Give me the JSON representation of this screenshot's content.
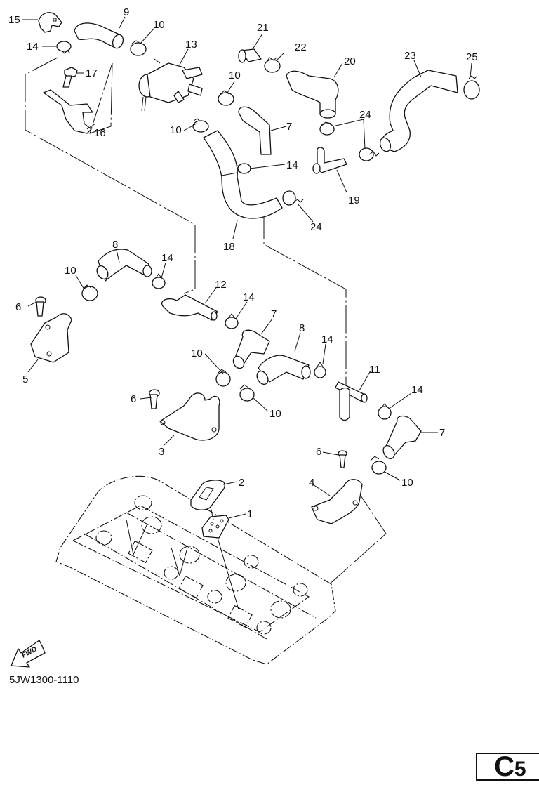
{
  "diagram": {
    "title_code": "5JW1300-1110",
    "page_code_letter": "C",
    "page_code_number": "5",
    "fwd_label": "FWD",
    "callouts": [
      {
        "id": "c15a",
        "label": "15"
      },
      {
        "id": "c9",
        "label": "9"
      },
      {
        "id": "c10a",
        "label": "10"
      },
      {
        "id": "c14a",
        "label": "14"
      },
      {
        "id": "c13",
        "label": "13"
      },
      {
        "id": "c17",
        "label": "17"
      },
      {
        "id": "c16",
        "label": "16"
      },
      {
        "id": "c10b",
        "label": "10"
      },
      {
        "id": "c10c",
        "label": "10"
      },
      {
        "id": "c21",
        "label": "21"
      },
      {
        "id": "c22",
        "label": "22"
      },
      {
        "id": "c20",
        "label": "20"
      },
      {
        "id": "c23",
        "label": "23"
      },
      {
        "id": "c25",
        "label": "25"
      },
      {
        "id": "c7a",
        "label": "7"
      },
      {
        "id": "c24a",
        "label": "24"
      },
      {
        "id": "c14b",
        "label": "14"
      },
      {
        "id": "c19",
        "label": "19"
      },
      {
        "id": "c24b",
        "label": "24"
      },
      {
        "id": "c18",
        "label": "18"
      },
      {
        "id": "c8a",
        "label": "8"
      },
      {
        "id": "c14c",
        "label": "14"
      },
      {
        "id": "c10d",
        "label": "10"
      },
      {
        "id": "c12",
        "label": "12"
      },
      {
        "id": "c6a",
        "label": "6"
      },
      {
        "id": "c14d",
        "label": "14"
      },
      {
        "id": "c7b",
        "label": "7"
      },
      {
        "id": "c5",
        "label": "5"
      },
      {
        "id": "c8b",
        "label": "8"
      },
      {
        "id": "c14e",
        "label": "14"
      },
      {
        "id": "c10e",
        "label": "10"
      },
      {
        "id": "c11",
        "label": "11"
      },
      {
        "id": "c6b",
        "label": "6"
      },
      {
        "id": "c10f",
        "label": "10"
      },
      {
        "id": "c14f",
        "label": "14"
      },
      {
        "id": "c3",
        "label": "3"
      },
      {
        "id": "c7c",
        "label": "7"
      },
      {
        "id": "c6c",
        "label": "6"
      },
      {
        "id": "c2",
        "label": "2"
      },
      {
        "id": "c10g",
        "label": "10"
      },
      {
        "id": "c4",
        "label": "4"
      },
      {
        "id": "c1",
        "label": "1"
      }
    ]
  }
}
